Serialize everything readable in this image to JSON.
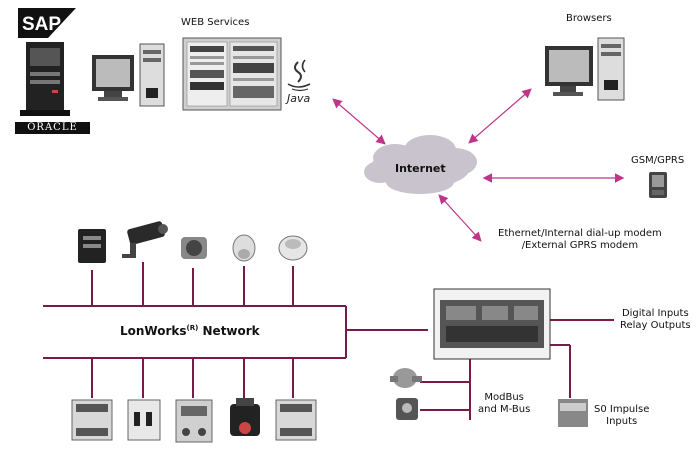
{
  "labels": {
    "web_services": "WEB Services",
    "browsers": "Browsers",
    "internet": "Internet",
    "gsm": "GSM/GPRS",
    "ethernet_line1": "Ethernet/Internal dial-up modem",
    "ethernet_line2": "/External GPRS modem",
    "lonworks": "LonWorks",
    "lonworks_sup": "(R)",
    "lonworks_suffix": " Network",
    "digital_line1": "Digital Inputs",
    "digital_line2": "Relay Outputs",
    "modbus_line1": "ModBus",
    "modbus_line2": "and M-Bus",
    "s0_line1": "S0 Impulse",
    "s0_line2": "Inputs"
  },
  "logos": {
    "sap": "SAP",
    "oracle": "ORACLE",
    "java": "Java"
  },
  "colors": {
    "bus_line": "#7a1a4a",
    "arrow": "#c0348a",
    "cloud": "#c8c3cc",
    "device_dark": "#2a2a2a",
    "device_light": "#d8d8d8"
  }
}
